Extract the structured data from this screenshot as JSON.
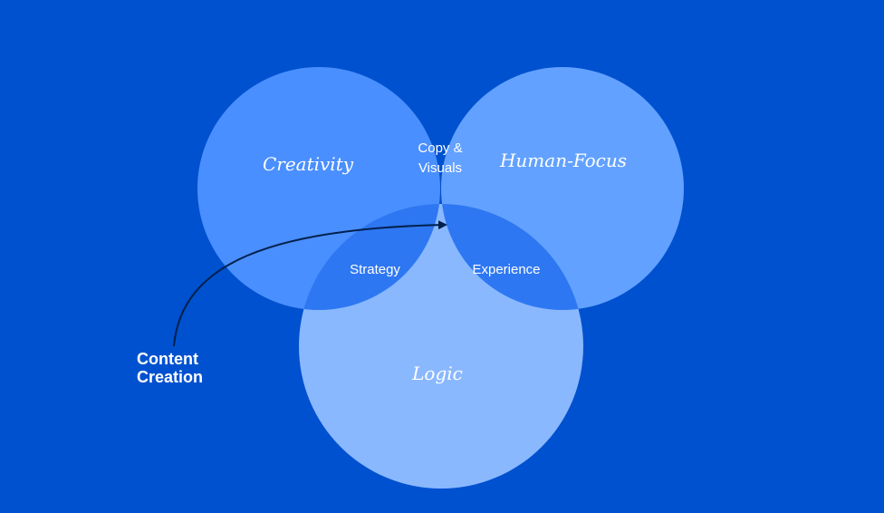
{
  "diagram": {
    "sets": {
      "creativity": "Creativity",
      "human_focus": "Human-Focus",
      "logic": "Logic"
    },
    "intersections": {
      "copy_visuals_line1": "Copy &",
      "copy_visuals_line2": "Visuals",
      "strategy": "Strategy",
      "experience": "Experience"
    },
    "callout": {
      "line1": "Content",
      "line2": "Creation"
    },
    "colors": {
      "background": "#0051CF",
      "creativity_fill": "#4A8FFF",
      "human_focus_fill": "#62A1FF",
      "logic_fill": "#8AB8FF",
      "copy_visuals_fill": "#00204D",
      "strategy_fill": "#2E77F2",
      "experience_fill": "#2E77F2",
      "center_fill": "#C6DCFF",
      "arrow": "#00204D",
      "text": "#FFFFFF"
    }
  }
}
